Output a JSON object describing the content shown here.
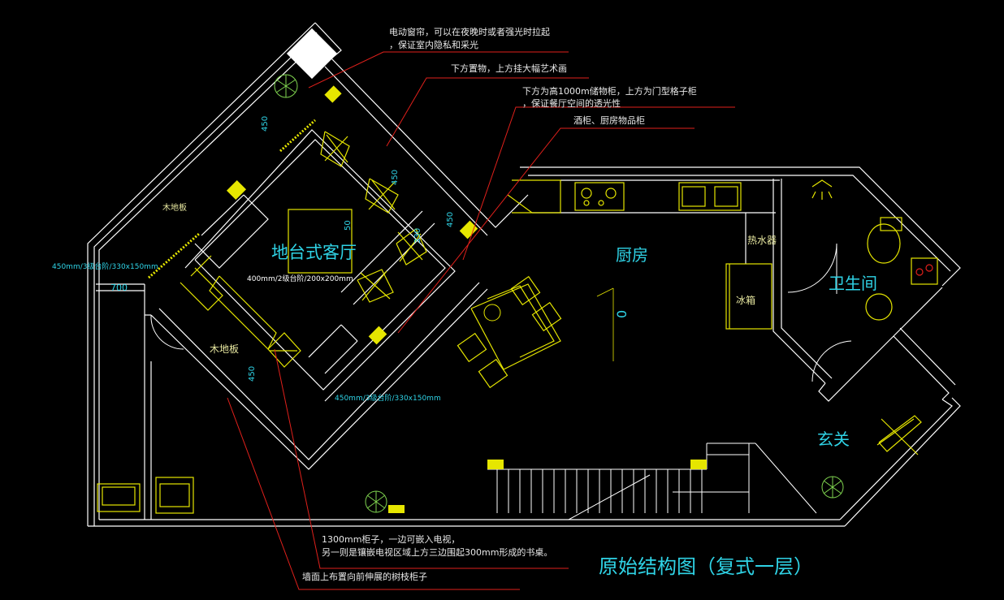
{
  "title": "原始结构图（复式一层）",
  "rooms": {
    "living": "地台式客厅",
    "kitchen": "厨房",
    "bathroom": "卫生间",
    "entrance": "玄关",
    "water_heater": "热水器",
    "fridge": "冰箱",
    "wood_floor_1": "木地板",
    "wood_floor_2": "木地板"
  },
  "annotations": {
    "curtain_line1": "电动窗帘，可以在夜晚时或者强光时拉起",
    "curtain_line2": "，保证室内隐私和采光",
    "art": "下方置物，上方挂大幅艺术画",
    "cabinet_line1": "下方为高1000m储物柜，上方为门型格子柜",
    "cabinet_line2": "，保证餐厅空间的透光性",
    "wine": "酒柜、厨房物品柜",
    "tv_line1": "1300mm柜子，一边可嵌入电视，",
    "tv_line2": "另一则是镶嵌电视区域上方三边围起300mm形成的书桌。",
    "tree": "墙面上布置向前伸展的树枝柜子"
  },
  "dimensions": {
    "d450_top": "450",
    "d450_mid": "450",
    "d450_right": "450",
    "d450_bottom": "450",
    "d700": "700",
    "d50": "50",
    "d330": "330",
    "step_left": "450mm/3级台阶/330x150mm",
    "step_inner": "400mm/2级台阶/200x200mm",
    "step_bottom": "450mm/3级台阶/330x150mm",
    "zero": "0"
  },
  "colors": {
    "wall": "#ffffff",
    "fixture": "#e6e600",
    "leader": "#e0201b",
    "text_cyan": "#2fd3e6",
    "background": "#000000"
  }
}
